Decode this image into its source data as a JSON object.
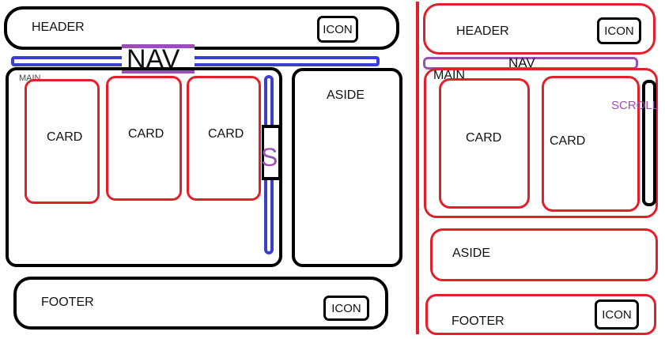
{
  "left": {
    "header": {
      "label": "HEADER",
      "icon": "ICON"
    },
    "nav": {
      "label": "NAV"
    },
    "main": {
      "label": "MAIN"
    },
    "cards": [
      "CARD",
      "CARD",
      "CARD"
    ],
    "scroll": {
      "label": "SCROLL"
    },
    "aside": {
      "label": "ASIDE"
    },
    "footer": {
      "label": "FOOTER",
      "icon": "ICON"
    }
  },
  "right": {
    "header": {
      "label": "HEADER",
      "icon": "ICON"
    },
    "nav": {
      "label": "NAV"
    },
    "main": {
      "label": "MAIN"
    },
    "cards": [
      "CARD",
      "CARD"
    ],
    "scroll": {
      "label": "SCROLL"
    },
    "aside": {
      "label": "ASIDE"
    },
    "footer": {
      "label": "FOOTER",
      "icon": "ICON"
    }
  },
  "colors": {
    "black_outline": "#000000",
    "red_outline": "#e3202a",
    "nav_blue": "#3a3fd0",
    "nav_purple": "#9b4fb0"
  }
}
